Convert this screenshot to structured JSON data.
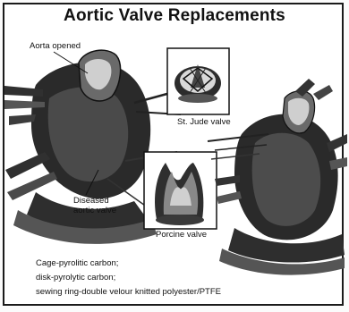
{
  "title": "Aortic Valve Replacements",
  "labels": {
    "aorta_opened": "Aorta opened",
    "st_jude_valve": "St. Jude valve",
    "porcine_valve": "Porcine valve",
    "diseased_valve_line1": "Diseased",
    "diseased_valve_line2": "aortic valve"
  },
  "caption_lines": [
    "Cage-pyrolitic carbon;",
    "disk-pyrolytic carbon;",
    "sewing ring-double velour knitted polyester/PTFE"
  ]
}
